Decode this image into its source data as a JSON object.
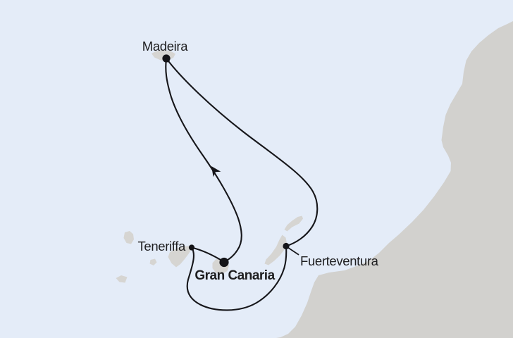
{
  "map": {
    "kind": "cruise-route-map",
    "colors": {
      "sea": "#e4ecf8",
      "land": "#d2d1ce",
      "island": "#d6d5d2",
      "route": "#16161a",
      "label": "#1e1e20",
      "marker": "#141418"
    },
    "ports": {
      "madeira": {
        "label": "Madeira"
      },
      "teneriffa": {
        "label": "Teneriffa"
      },
      "gran_canaria": {
        "label": "Gran Canaria",
        "bold": true
      },
      "fuerteventura": {
        "label": "Fuerteventura"
      }
    },
    "route": {
      "legs": [
        {
          "from": "Gran Canaria",
          "to": "Madeira",
          "arrow": true
        },
        {
          "from": "Madeira",
          "to": "Fuerteventura"
        },
        {
          "from": "Fuerteventura",
          "to": "Teneriffa",
          "via": "southern loop"
        },
        {
          "from": "Teneriffa",
          "to": "Gran Canaria"
        }
      ]
    }
  }
}
